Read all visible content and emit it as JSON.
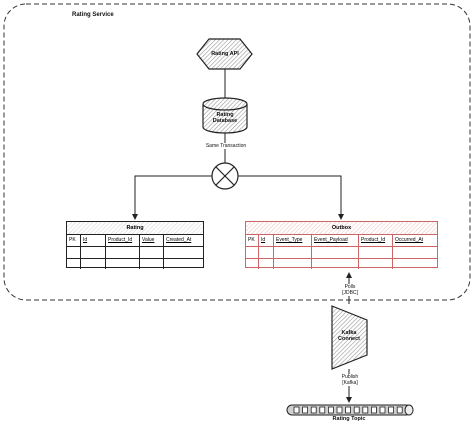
{
  "service": {
    "title": "Rating Service"
  },
  "nodes": {
    "api": {
      "label": "Rating API"
    },
    "db": {
      "label_line1": "Rating",
      "label_line2": "Database"
    },
    "connect": {
      "label_line1": "Kafka",
      "label_line2": "Connect"
    },
    "topic": {
      "label": "Rating Topic"
    }
  },
  "edges": {
    "transaction": {
      "label": "Same Transaction"
    },
    "polls": {
      "line1": "Polls",
      "line2": "[JDBC]"
    },
    "publish": {
      "line1": "Publish",
      "line2": "[Kafka]"
    }
  },
  "tables": {
    "rating": {
      "title": "Rating",
      "columns": [
        "PK",
        "Id",
        "Product_Id",
        "Value",
        "Created_At"
      ]
    },
    "outbox": {
      "title": "Outbox",
      "columns": [
        "PK",
        "Id",
        "Event_Type",
        "Event_Payload",
        "Product_Id",
        "Occurred_At"
      ]
    }
  },
  "colors": {
    "outbox_accent": "#cc6666",
    "stroke": "#222222",
    "node_fill": "#d9d9d9"
  },
  "icons": {
    "gateway": "x-circle-icon",
    "api": "hexagon-icon",
    "db": "cylinder-icon",
    "connect": "trapezoid-icon",
    "topic": "queue-icon"
  }
}
